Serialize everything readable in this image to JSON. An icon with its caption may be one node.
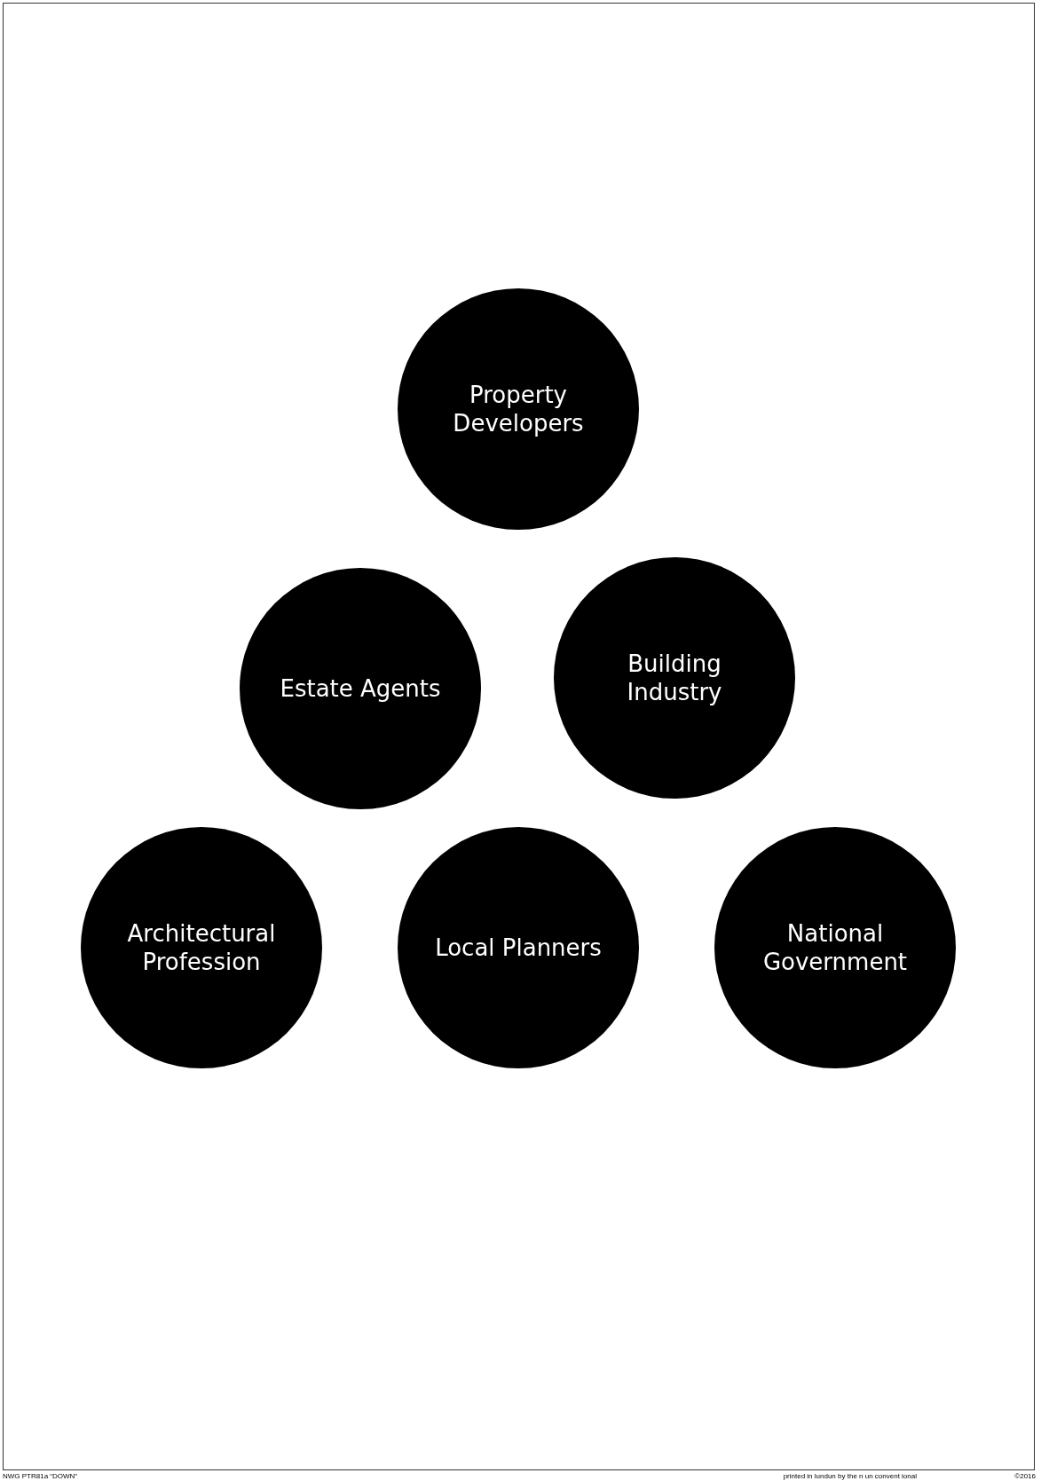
{
  "diagram": {
    "nodes": [
      {
        "text": [
          "Property Developers"
        ]
      },
      {
        "text": [
          "Estate Agents"
        ]
      },
      {
        "text": [
          "Building Industry"
        ]
      },
      {
        "text": [
          "Architectural Profession"
        ]
      },
      {
        "text": [
          "Local Planners"
        ]
      },
      {
        "text": [
          "National Government"
        ]
      }
    ],
    "labels": [
      "NWG PTR81a “DOWN”",
      "printed in lundun by the n un convent ional",
      "©2016"
    ]
  }
}
